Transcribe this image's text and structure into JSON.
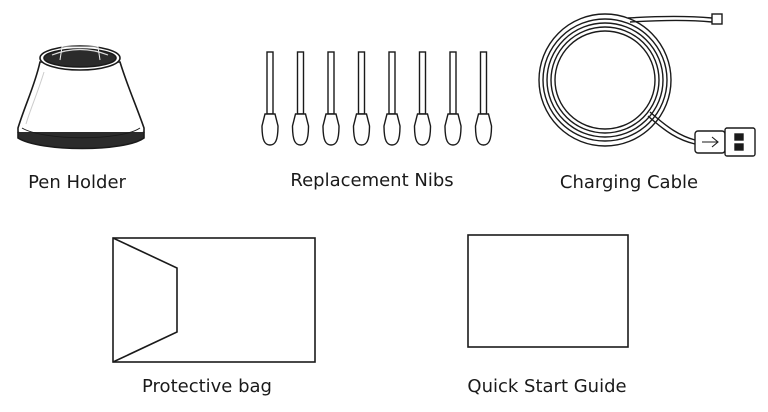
{
  "items": {
    "pen_holder": {
      "label": "Pen Holder",
      "icon": "pen-holder-icon"
    },
    "replacement_nibs": {
      "label": "Replacement Nibs",
      "icon": "nib-icon",
      "count": 8
    },
    "charging_cable": {
      "label": "Charging Cable",
      "icon": "usb-cable-icon"
    },
    "protective_bag": {
      "label": "Protective bag",
      "icon": "bag-icon"
    },
    "quick_start_guide": {
      "label": "Quick Start Guide",
      "icon": "guide-card-icon"
    }
  },
  "colors": {
    "line": "#1a1a1a",
    "background": "#ffffff"
  }
}
